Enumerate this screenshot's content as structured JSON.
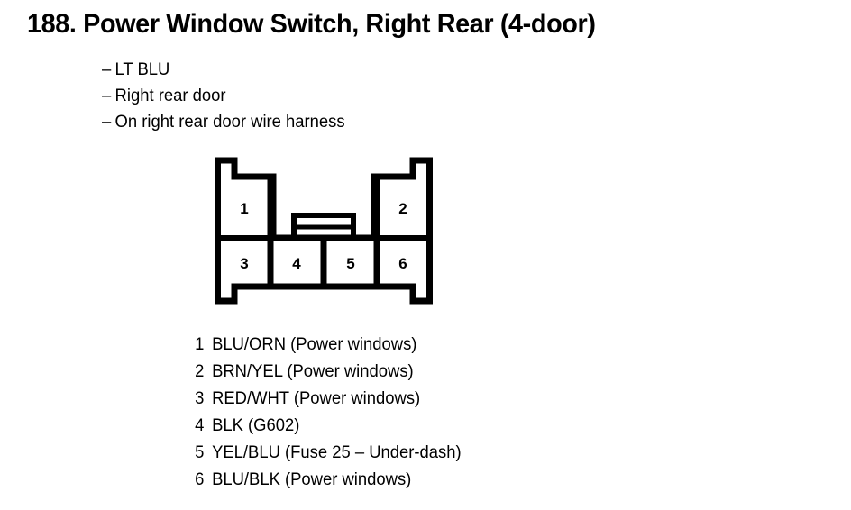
{
  "header": {
    "number": "188.",
    "title": "188. Power Window Switch, Right Rear (4-door)"
  },
  "attributes": {
    "dash": "–",
    "items": [
      {
        "text": "LT BLU"
      },
      {
        "text": "Right rear door"
      },
      {
        "text": "On right rear door wire harness"
      }
    ]
  },
  "connector": {
    "name": "6-pin connector face view",
    "stroke_color": "#000000",
    "fill_color": "#ffffff",
    "top_row": [
      {
        "pin": "1"
      },
      {
        "pin": "2"
      }
    ],
    "bottom_row": [
      {
        "pin": "3"
      },
      {
        "pin": "4"
      },
      {
        "pin": "5"
      },
      {
        "pin": "6"
      }
    ],
    "latch_tab": "center-latch-tab"
  },
  "pin_legend": [
    {
      "index": "1",
      "text": "BLU/ORN (Power windows)"
    },
    {
      "index": "2",
      "text": "BRN/YEL (Power windows)"
    },
    {
      "index": "3",
      "text": "RED/WHT (Power windows)"
    },
    {
      "index": "4",
      "text": "BLK (G602)"
    },
    {
      "index": "5",
      "text": "YEL/BLU (Fuse 25 – Under-dash)"
    },
    {
      "index": "6",
      "text": "BLU/BLK (Power windows)"
    }
  ]
}
